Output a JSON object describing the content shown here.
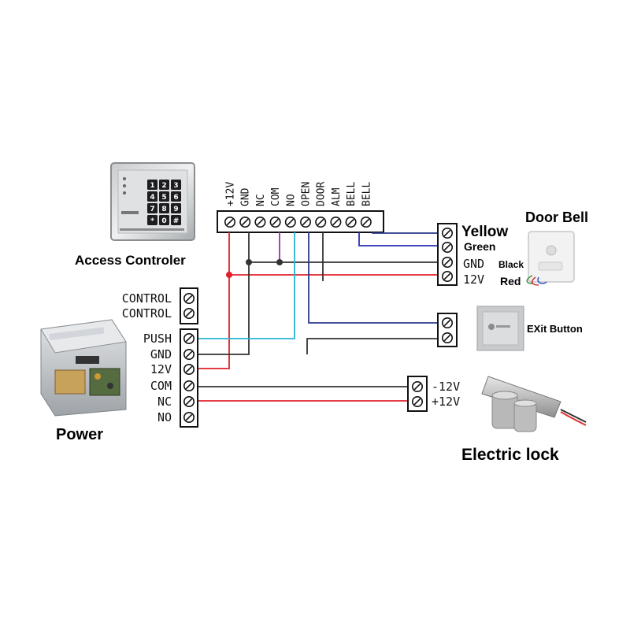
{
  "colors": {
    "red": "#e0202a",
    "black": "#333333",
    "cyan": "#27b5d3",
    "blue": "#2a2fb8",
    "purple": "#9b2fb3",
    "dark_blue": "#2b3a8c"
  },
  "access_controller": {
    "label": "Access Controler",
    "keypad_keys": [
      "1",
      "2",
      "3",
      "4",
      "5",
      "6",
      "7",
      "8",
      "9",
      "*",
      "0",
      "#"
    ],
    "terminals": [
      "+12V",
      "GND",
      "NC",
      "COM",
      "NO",
      "OPEN",
      "DOOR",
      "ALM",
      "BELL",
      "BELL"
    ]
  },
  "door_bell": {
    "label": "Door Bell",
    "wires": {
      "yellow": "Yellow",
      "green": "Green",
      "gnd": "GND",
      "black": "Black",
      "v12": "12V",
      "red": "Red"
    }
  },
  "exit_button": {
    "label": "EXit Button"
  },
  "power": {
    "label": "Power",
    "terminals": [
      "CONTROL",
      "CONTROL",
      "PUSH",
      "GND",
      "12V",
      "COM",
      "NC",
      "NO"
    ]
  },
  "electric_lock": {
    "label": "Electric lock",
    "terminals": [
      "-12V",
      "+12V"
    ]
  }
}
